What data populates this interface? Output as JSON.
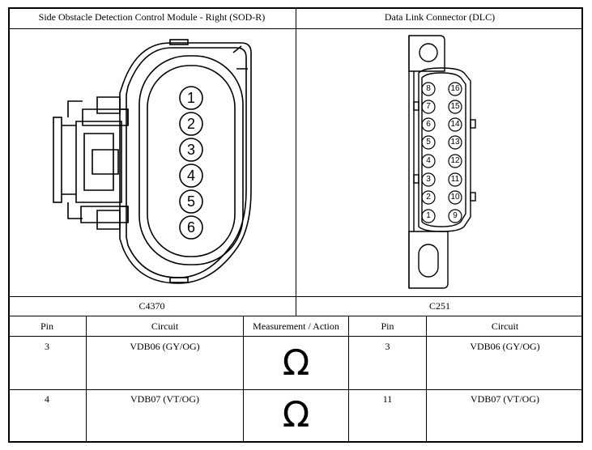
{
  "headers": {
    "left_component": "Side Obstacle Detection Control Module - Right (SOD-R)",
    "right_component": "Data Link Connector (DLC)"
  },
  "connectors": {
    "left_id": "C4370",
    "right_id": "C251",
    "left_pins": [
      "1",
      "2",
      "3",
      "4",
      "5",
      "6"
    ],
    "right_pins_left_col": [
      "8",
      "7",
      "6",
      "5",
      "4",
      "3",
      "2",
      "1"
    ],
    "right_pins_right_col": [
      "16",
      "15",
      "14",
      "13",
      "12",
      "11",
      "10",
      "9"
    ]
  },
  "table": {
    "columns": [
      "Pin",
      "Circuit",
      "Measurement / Action",
      "Pin",
      "Circuit"
    ],
    "rows": [
      {
        "pin_a": "3",
        "circuit_a": "VDB06 (GY/OG)",
        "action": "Ω",
        "pin_b": "3",
        "circuit_b": "VDB06 (GY/OG)"
      },
      {
        "pin_a": "4",
        "circuit_a": "VDB07 (VT/OG)",
        "action": "Ω",
        "pin_b": "11",
        "circuit_b": "VDB07 (VT/OG)"
      }
    ]
  }
}
